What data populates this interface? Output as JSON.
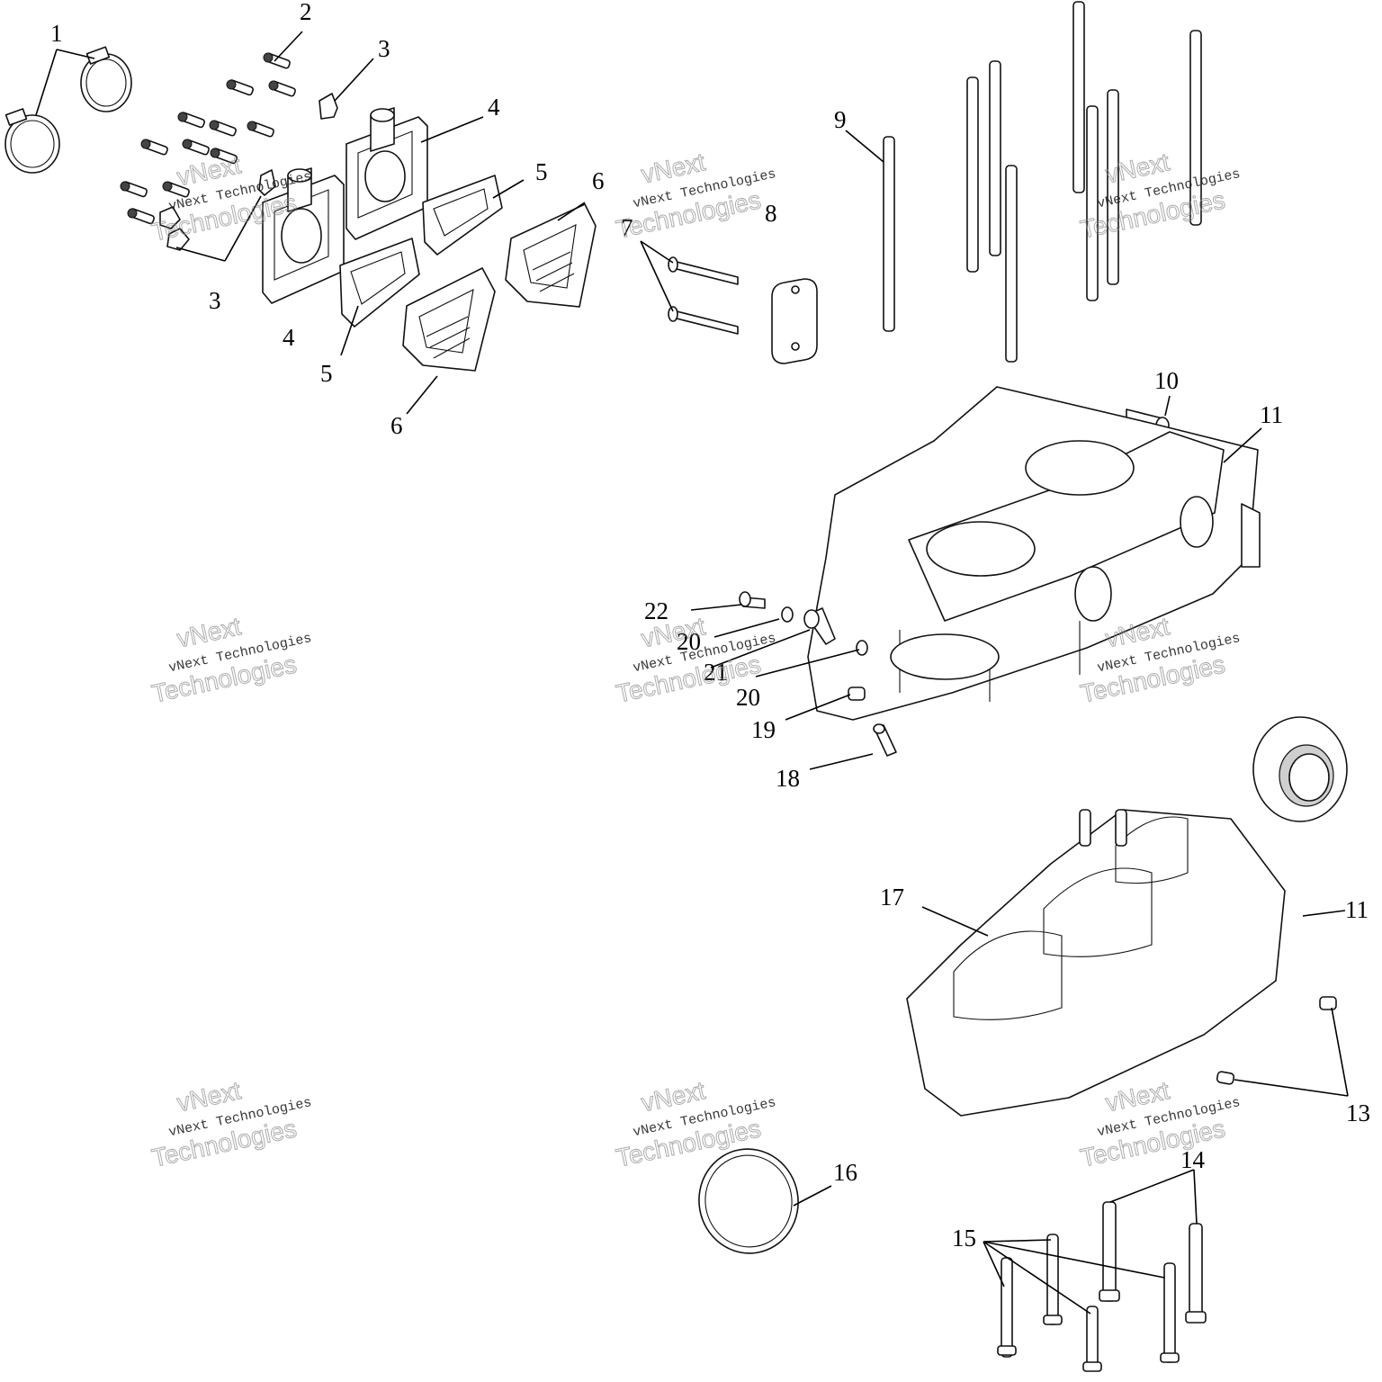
{
  "callouts": {
    "c1": "1",
    "c2": "2",
    "c3a": "3",
    "c3b": "3",
    "c4a": "4",
    "c4b": "4",
    "c5a": "5",
    "c5b": "5",
    "c6a": "6",
    "c6b": "6",
    "c7": "7",
    "c8": "8",
    "c9": "9",
    "c10": "10",
    "c11a": "11",
    "c11b": "11",
    "c13": "13",
    "c14": "14",
    "c15": "15",
    "c16": "16",
    "c17": "17",
    "c18": "18",
    "c19": "19",
    "c20a": "20",
    "c20b": "20",
    "c21": "21",
    "c22": "22"
  },
  "watermark": {
    "line_small": "vNext Technologies",
    "line_big": "Technologies",
    "line_top": "vNext"
  }
}
